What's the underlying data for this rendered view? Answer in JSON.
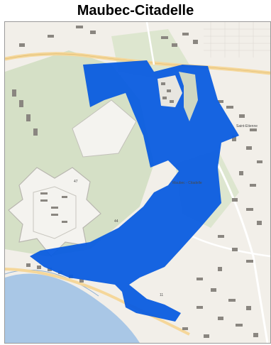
{
  "map": {
    "title": "Maubec-Citadelle",
    "colors": {
      "zone_fill": "#0a5ce0",
      "water": "#a9c7e6",
      "parkland": "#d5e0c6",
      "urban": "#f2efe9",
      "road": "#f5d79a",
      "building": "#8a8680"
    },
    "labels": {
      "zone_name": "Maubec - Citadelle",
      "district": "Saint-Etienne",
      "num_47": "47",
      "num_44": "44",
      "num_11": "11"
    }
  }
}
